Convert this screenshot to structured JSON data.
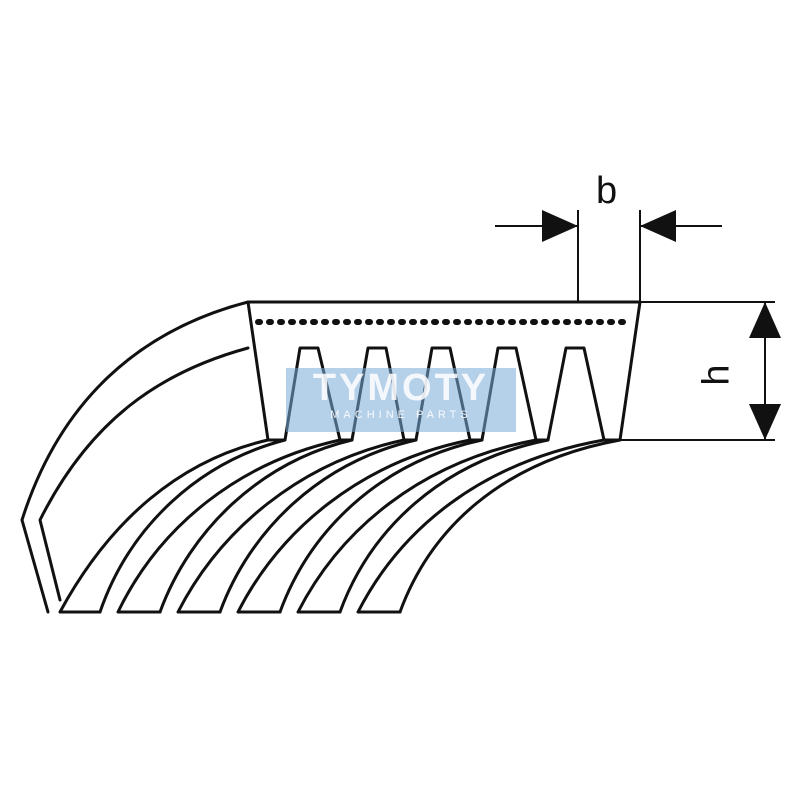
{
  "labels": {
    "width": "b",
    "height": "h"
  },
  "watermark": {
    "brand": "TYMOTY",
    "tagline": "MACHINE PARTS"
  },
  "colors": {
    "stroke": "#111111",
    "watermark": "#78aad7"
  }
}
